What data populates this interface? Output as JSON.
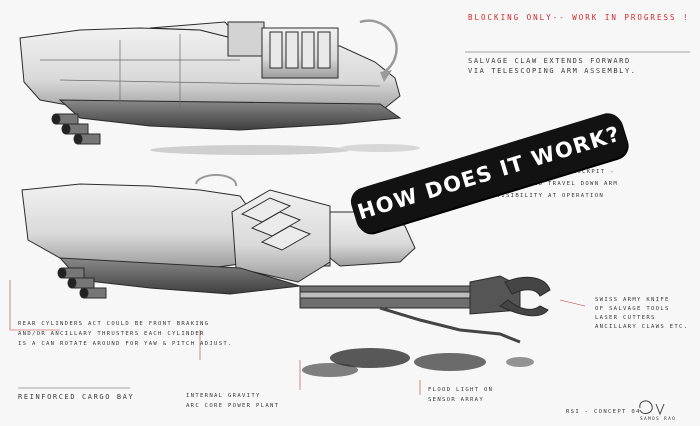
{
  "header": {
    "blocking_note": "BLOCKING ONLY-- WORK IN PROGRESS !"
  },
  "annotations": {
    "salvage_claw_line1": "SALVAGE CLAW EXTENDS FORWARD",
    "salvage_claw_line2": "VIA TELESCOPING ARM ASSEMBLY.",
    "cockpit_line1": "- SALVAGE ARM CONTROL COCKPIT -",
    "cockpit_line2": "CAN ROTATE AND TRAVEL DOWN ARM",
    "cockpit_line3": "FOR VISIBILITY AT OPERATION",
    "swiss_line1": "SWISS ARMY KNIFE",
    "swiss_line2": "OF SALVAGE TOOLS",
    "swiss_line3": "LASER CUTTERS",
    "swiss_line4": "ANCILLARY CLAWS ETC.",
    "rear_line1": "REAR CYLINDERS ACT COULD BE FRONT BRAKING",
    "rear_line2": "AND/OR ANCILLARY THRUSTERS EACH CYLINDER",
    "rear_line3": "IS A CAN ROTATE AROUND FOR YAW & PITCH ADJUST.",
    "cargo_bay": "REINFORCED CARGO BAY",
    "gravity_line1": "INTERNAL GRAVITY",
    "gravity_line2": "ARC CORE POWER PLANT",
    "flood_line1": "FLOOD LIGHT ON",
    "flood_line2": "SENSOR ARRAY",
    "concept_label": "RSI - CONCEPT 04",
    "signature": "SAMOS RAO"
  },
  "callout": {
    "text": "HOW DOES IT WORK?"
  },
  "colors": {
    "accent_red": "#d8262a",
    "ink": "#3a3a3a",
    "hull_light": "#e4e4e4",
    "hull_mid": "#bdbdbd",
    "hull_dark": "#5a5a5a"
  }
}
